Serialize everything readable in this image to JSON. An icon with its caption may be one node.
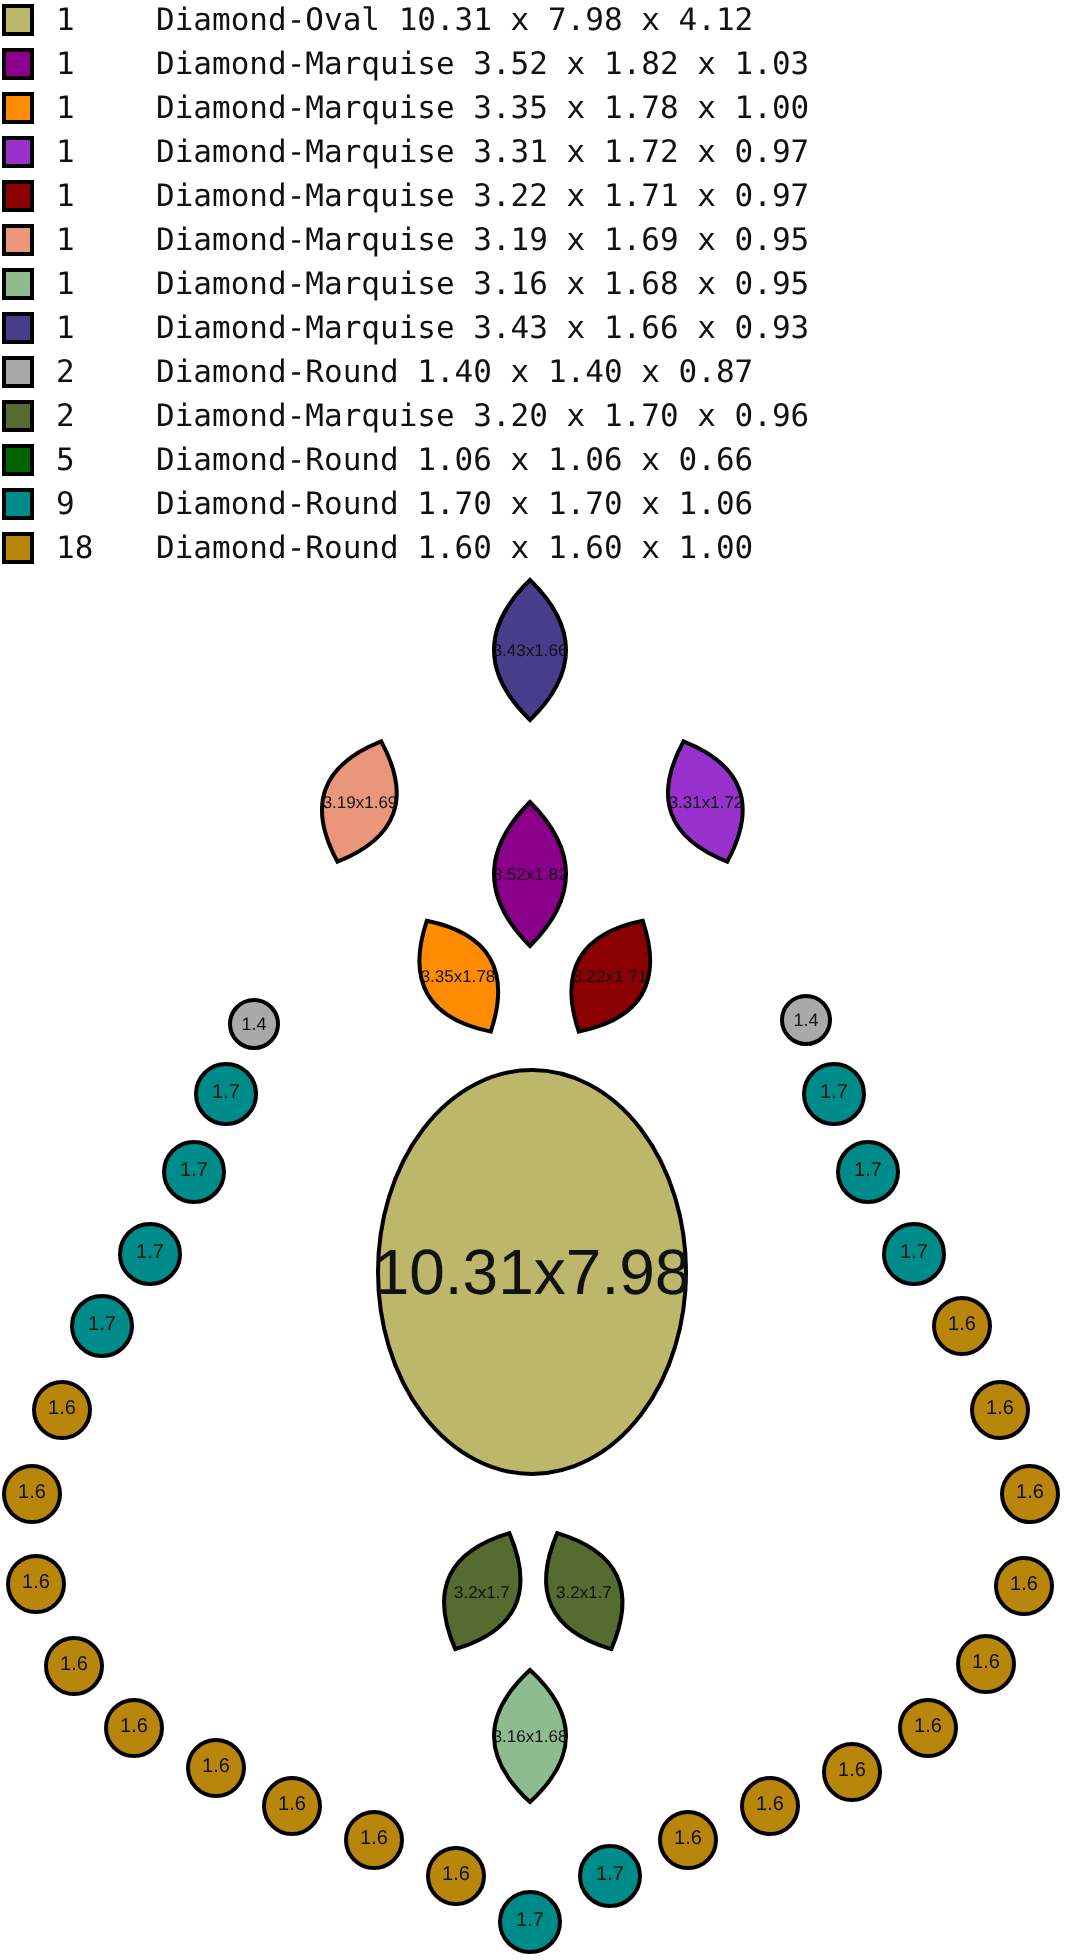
{
  "diagram": {
    "nodes": [
      {
        "text": [
          "3.43x1.66"
        ]
      },
      {
        "text": [
          "3.19x1.69"
        ]
      },
      {
        "text": [
          "3.31x1.72"
        ]
      },
      {
        "text": [
          "3.52x1.82"
        ]
      },
      {
        "text": [
          "3.35x1.78"
        ]
      },
      {
        "text": [
          "3.22x1.71"
        ]
      },
      {
        "text": [
          "1.4"
        ]
      },
      {
        "text": [
          "1.4"
        ]
      },
      {
        "text": [
          "1.7"
        ]
      },
      {
        "text": [
          "1.7"
        ]
      },
      {
        "text": [
          "1.7"
        ]
      },
      {
        "text": [
          "1.7"
        ]
      },
      {
        "text": [
          "1.7"
        ]
      },
      {
        "text": [
          "1.7"
        ]
      },
      {
        "text": [
          "10.31x7.98"
        ]
      },
      {
        "text": [
          "1.7"
        ]
      },
      {
        "text": [
          "1.6"
        ]
      },
      {
        "text": [
          "1.6"
        ]
      },
      {
        "text": [
          "1.6"
        ]
      },
      {
        "text": [
          "1.6"
        ]
      },
      {
        "text": [
          "1.6"
        ]
      },
      {
        "text": [
          "1.6"
        ]
      },
      {
        "text": [
          "1.6"
        ]
      },
      {
        "text": [
          "3.2x1.7"
        ]
      },
      {
        "text": [
          "3.2x1.7"
        ]
      },
      {
        "text": [
          "1.6"
        ]
      },
      {
        "text": [
          "1.6"
        ]
      },
      {
        "text": [
          "1.6"
        ]
      },
      {
        "text": [
          "1.6"
        ]
      },
      {
        "text": [
          "3.16x1.68"
        ]
      },
      {
        "text": [
          "1.6"
        ]
      },
      {
        "text": [
          "1.6"
        ]
      },
      {
        "text": [
          "1.6"
        ]
      },
      {
        "text": [
          "1.6"
        ]
      },
      {
        "text": [
          "1.6"
        ]
      },
      {
        "text": [
          "1.6"
        ]
      },
      {
        "text": [
          "1.6"
        ]
      },
      {
        "text": [
          "1.7"
        ]
      },
      {
        "text": [
          "1.7"
        ]
      }
    ],
    "labels": [
      "1",
      "1",
      "1",
      "1",
      "1",
      "1",
      "1",
      "1",
      "2",
      "2",
      "5",
      "9",
      "18"
    ],
    "legend": [
      {
        "text": "Diamond-Oval 10.31 x 7.98 x 4.12",
        "color": "#bdb76b"
      },
      {
        "text": "Diamond-Marquise 3.52 x 1.82 x 1.03",
        "color": "#8b008b"
      },
      {
        "text": "Diamond-Marquise 3.35 x 1.78 x 1.00",
        "color": "#ff8c00"
      },
      {
        "text": "Diamond-Marquise 3.31 x 1.72 x 0.97",
        "color": "#9932cc"
      },
      {
        "text": "Diamond-Marquise 3.22 x 1.71 x 0.97",
        "color": "#8b0000"
      },
      {
        "text": "Diamond-Marquise 3.19 x 1.69 x 0.95",
        "color": "#e9967a"
      },
      {
        "text": "Diamond-Marquise 3.16 x 1.68 x 0.95",
        "color": "#8fbc8f"
      },
      {
        "text": "Diamond-Marquise 3.43 x 1.66 x 0.93",
        "color": "#483d8b"
      },
      {
        "text": "Diamond-Round 1.40 x 1.40 x 0.87",
        "color": "#a9a9a9"
      },
      {
        "text": "Diamond-Marquise 3.20 x 1.70 x 0.96",
        "color": "#556b2f"
      },
      {
        "text": "Diamond-Round 1.06 x 1.06 x 0.66",
        "color": "#006400"
      },
      {
        "text": "Diamond-Round 1.70 x 1.70 x 1.06",
        "color": "#008b8b"
      },
      {
        "text": "Diamond-Round 1.60 x 1.60 x 1.00",
        "color": "#b8860b"
      }
    ]
  }
}
